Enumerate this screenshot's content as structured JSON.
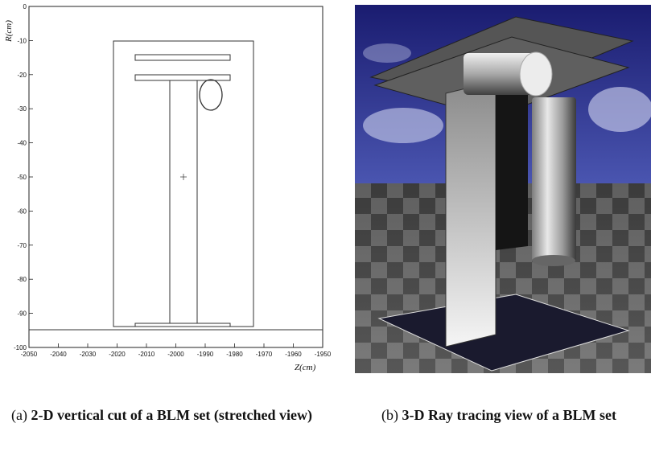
{
  "panel_a": {
    "y_axis_label": "R(cm)",
    "x_axis_label": "Z(cm)",
    "y_ticks": [
      "0",
      "-10",
      "-20",
      "-30",
      "-40",
      "-50",
      "-60",
      "-70",
      "-80",
      "-90",
      "-100"
    ],
    "x_ticks": [
      "-2050",
      "-2040",
      "-2030",
      "-2020",
      "-2010",
      "-2000",
      "-1990",
      "-1980",
      "-1970",
      "-1960",
      "-1950"
    ],
    "xlim": [
      -2050,
      -1950
    ],
    "ylim": [
      -100,
      0
    ]
  },
  "panel_b": {
    "image_description_icon": "ray-traced-blm-render"
  },
  "captions": {
    "a_prefix": "(a) ",
    "a_bold": "2-D vertical cut of a BLM set (stretched view)",
    "b_prefix": "(b) ",
    "b_bold": "3-D Ray tracing view of a BLM set"
  }
}
